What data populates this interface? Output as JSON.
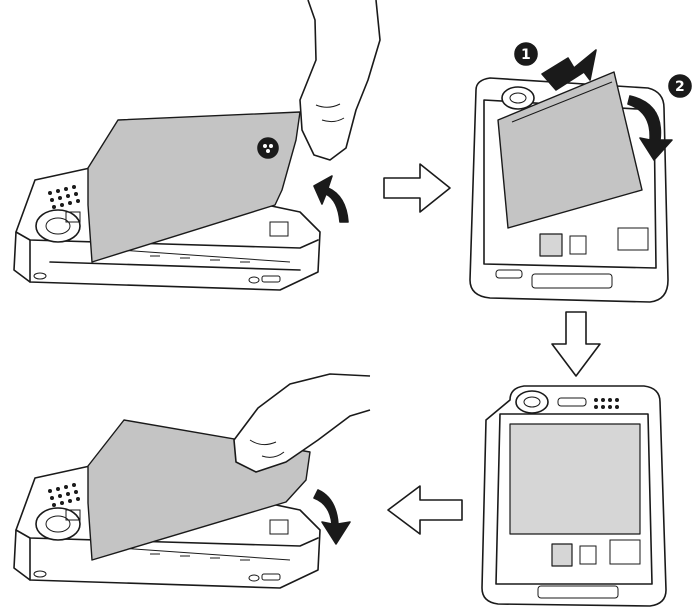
{
  "steps": [
    {
      "id": "remove-cover",
      "arrow": "lift-up"
    },
    {
      "id": "remove-battery",
      "markers": [
        "1",
        "2"
      ]
    },
    {
      "id": "open-compartment"
    },
    {
      "id": "replace-cover",
      "arrow": "press-down"
    }
  ],
  "flow_arrows": [
    "right",
    "down",
    "left"
  ],
  "colors": {
    "line": "#1a1a1a",
    "fill_gray": "#c4c4c4",
    "background": "#ffffff"
  }
}
